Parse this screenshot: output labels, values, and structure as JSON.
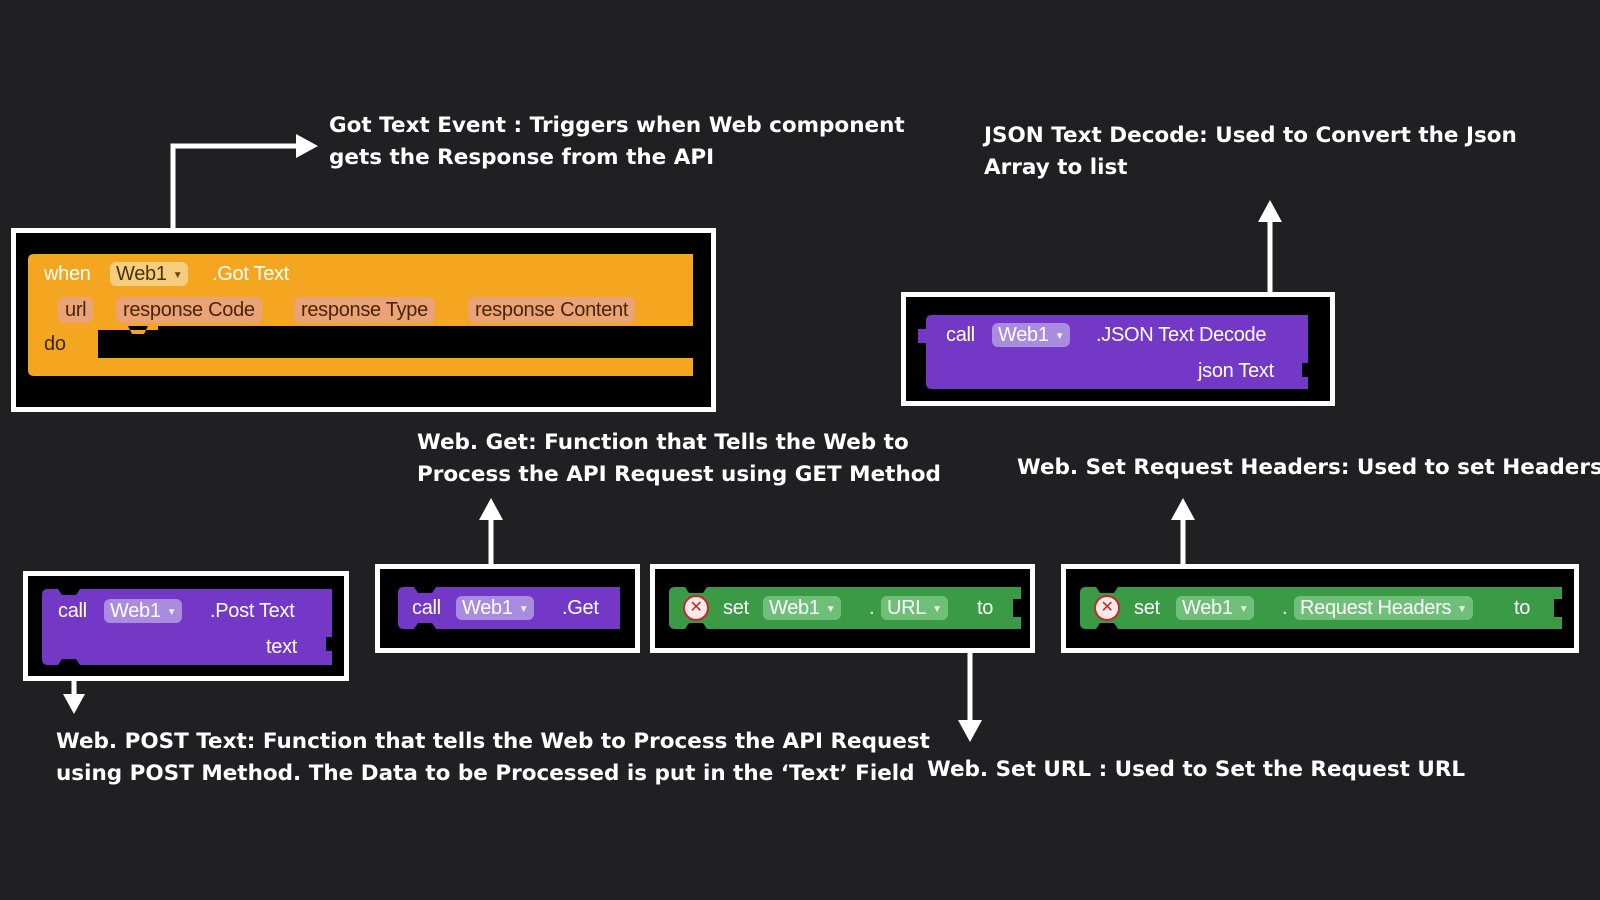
{
  "colors": {
    "background": "#202022",
    "event_block": "#f4a621",
    "method_block": "#7339c6",
    "setter_block": "#3a9a46",
    "dropdown_event": "#f6cd7e",
    "dropdown_method": "#a98be0",
    "dropdown_setter": "#6fbf79",
    "param_pill": "#eaa277"
  },
  "captions": {
    "got_text": [
      "Got Text Event : Triggers when Web component",
      "gets the Response from the API"
    ],
    "json_decode": [
      "JSON Text Decode: Used to Convert the Json",
      "Array to list"
    ],
    "web_get": [
      "Web. Get: Function that Tells the Web to",
      "Process the API Request using GET Method"
    ],
    "set_headers": [
      "Web. Set Request Headers: Used to set Headers"
    ],
    "post_text": [
      "Web. POST Text: Function that tells the Web to Process the API Request",
      "using POST Method. The Data to be Processed is put in the ‘Text’ Field"
    ],
    "set_url": [
      "Web. Set URL : Used to Set the Request URL"
    ]
  },
  "blocks": {
    "got_text": {
      "when": "when",
      "component": "Web1",
      "event": ".Got Text",
      "params": [
        "url",
        "response Code",
        "response Type",
        "response Content"
      ],
      "do": "do"
    },
    "json_decode": {
      "call": "call",
      "component": "Web1",
      "method": ".JSON Text Decode",
      "arg": "json Text"
    },
    "post_text": {
      "call": "call",
      "component": "Web1",
      "method": ".Post Text",
      "arg": "text"
    },
    "get": {
      "call": "call",
      "component": "Web1",
      "method": ".Get"
    },
    "set_url": {
      "set": "set",
      "component": "Web1",
      "dot": ".",
      "property": "URL",
      "to": "to"
    },
    "set_headers": {
      "set": "set",
      "component": "Web1",
      "dot": ".",
      "property": "Request Headers",
      "to": "to"
    }
  }
}
